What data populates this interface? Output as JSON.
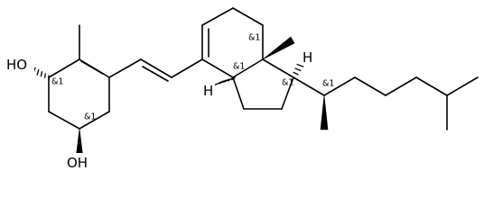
{
  "molecule": {
    "atom_labels": {
      "oh_top": "HO",
      "oh_bottom": "OH",
      "h_upper": "H",
      "h_lower": "H"
    },
    "stereo_labels": [
      "&1",
      "&1",
      "&1",
      "&1",
      "&1",
      "&1"
    ]
  }
}
